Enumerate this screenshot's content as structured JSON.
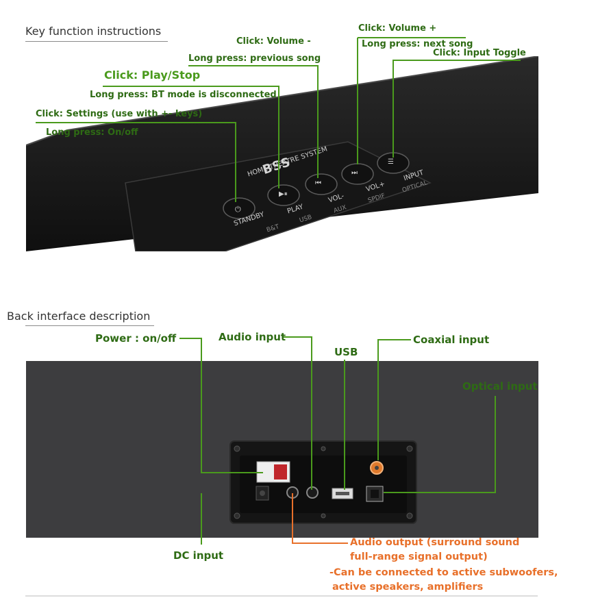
{
  "top_section": {
    "heading": "Key function instructions",
    "labels": {
      "volume_minus_click": "Click: Volume -",
      "volume_minus_long": "Long press: previous song",
      "volume_plus_click": "Click: Volume +",
      "volume_plus_long": "Long press: next song",
      "input_click": "Click: Input Toggle",
      "play_click": "Click: Play/Stop",
      "play_long": "Long press: BT mode is disconnected",
      "settings_click": "Click: Settings (use with +- keys)",
      "settings_long": "Long press: On/off"
    },
    "device": {
      "brand": "BSS",
      "model": "HOME THEATRE SYSTEM",
      "buttons": [
        {
          "label": "STANDBY",
          "sub": "B&T",
          "icon": "power-icon"
        },
        {
          "label": "PLAY",
          "sub": "USB",
          "icon": "play-pause-icon"
        },
        {
          "label": "VOL-",
          "sub": "AUX",
          "icon": "previous-icon"
        },
        {
          "label": "VOL+",
          "sub": "SPDIF",
          "icon": "next-icon"
        },
        {
          "label": "INPUT",
          "sub": "OPTICAL",
          "icon": "input-icon"
        }
      ]
    }
  },
  "bottom_section": {
    "heading": "Back interface description",
    "labels": {
      "power": "Power : on/off",
      "audio_input": "Audio input",
      "usb": "USB",
      "coaxial": "Coaxial input",
      "optical": "Optical input",
      "dc": "DC input",
      "audio_output_1": "Audio output (surround sound",
      "audio_output_2": "full-range signal output)",
      "audio_output_3": "-Can be connected to active subwoofers,",
      "audio_output_4": "active speakers,  amplifiers"
    }
  },
  "colors": {
    "green": "#4a9a1c",
    "dark_green": "#2e6b14",
    "orange": "#e8702a",
    "device_top": "#1a1a1a",
    "device_back": "#3d3d3f"
  }
}
